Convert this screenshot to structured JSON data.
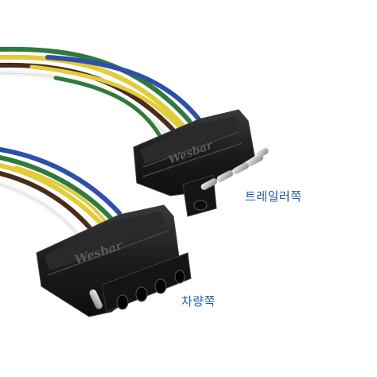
{
  "labels": {
    "trailer_side": "트레일러쪽",
    "vehicle_side": "차량쪽"
  },
  "logo": {
    "brand": "Wesbar"
  },
  "colors": {
    "label_text": "#1f5fa8",
    "connector_body": "#1c1c1c",
    "connector_edge": "#3a3a3a",
    "pin_metal": "#c9ccd0",
    "wire_white": "#f4f4f4",
    "wire_green": "#2f7a3d",
    "wire_yellow": "#e2cc3a",
    "wire_brown": "#4a2c1a",
    "wire_blue": "#2f4fa8"
  },
  "wires": [
    "white",
    "yellow",
    "green",
    "brown",
    "blue"
  ]
}
